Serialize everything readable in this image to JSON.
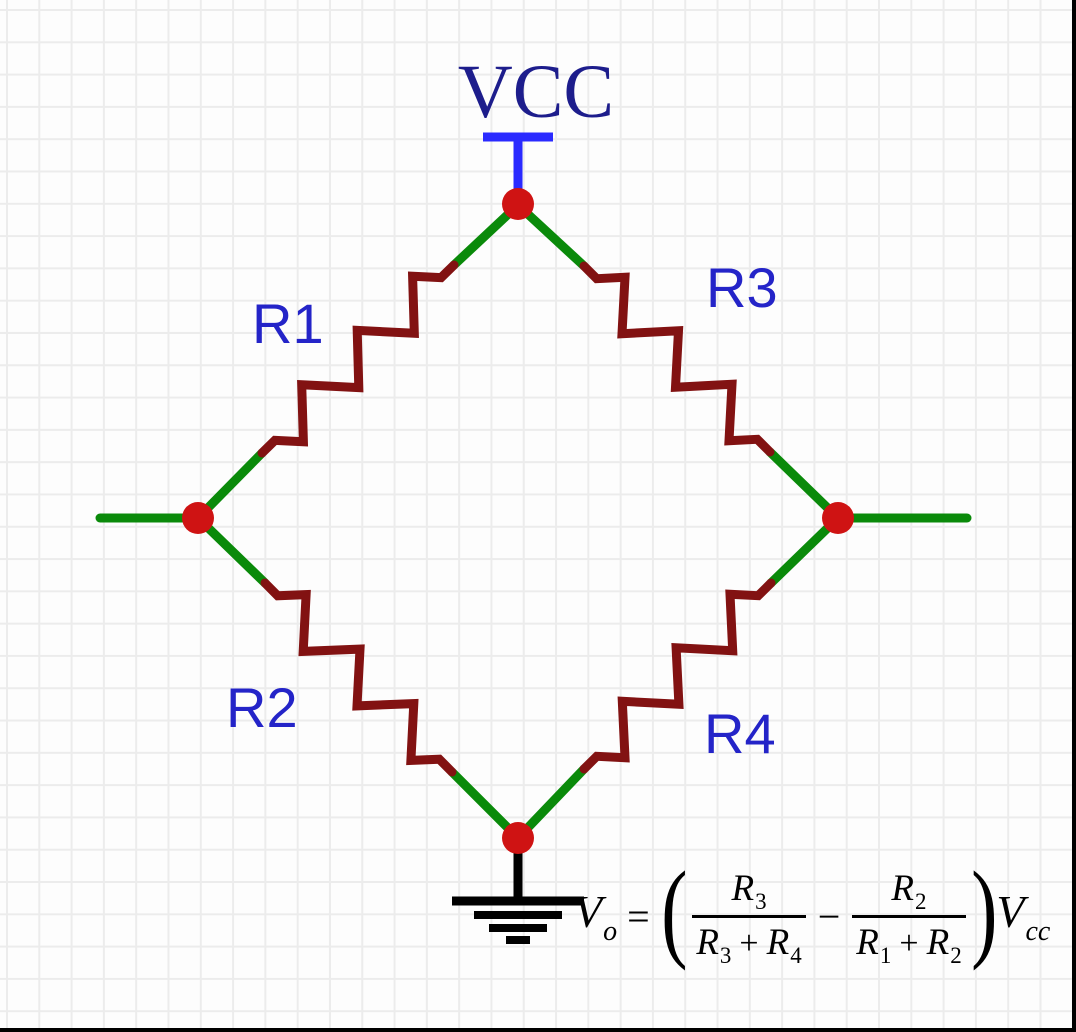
{
  "colors": {
    "canvas_bg": "#fdfdfd",
    "grid_line": "#ececec",
    "wire_green": "#0a8a0a",
    "resistor_maroon": "#821212",
    "node_red": "#cf1313",
    "power_blue": "#2a2aff",
    "net_label_navy": "#1d1d8c",
    "designator_blue": "#2424c8",
    "ink_black": "#000000"
  },
  "labels": {
    "power_net": "VCC",
    "r1": "R1",
    "r2": "R2",
    "r3": "R3",
    "r4": "R4"
  },
  "formula": {
    "lhs": {
      "base": "V",
      "sub": "o"
    },
    "equals": "=",
    "open_paren": "(",
    "close_paren": ")",
    "minus": "−",
    "plus": "+",
    "term1": {
      "num": {
        "base": "R",
        "sub": "3"
      },
      "den_a": {
        "base": "R",
        "sub": "3"
      },
      "den_b": {
        "base": "R",
        "sub": "4"
      }
    },
    "term2": {
      "num": {
        "base": "R",
        "sub": "2"
      },
      "den_a": {
        "base": "R",
        "sub": "1"
      },
      "den_b": {
        "base": "R",
        "sub": "2"
      }
    },
    "factor": {
      "base": "V",
      "sub": "cc"
    }
  }
}
